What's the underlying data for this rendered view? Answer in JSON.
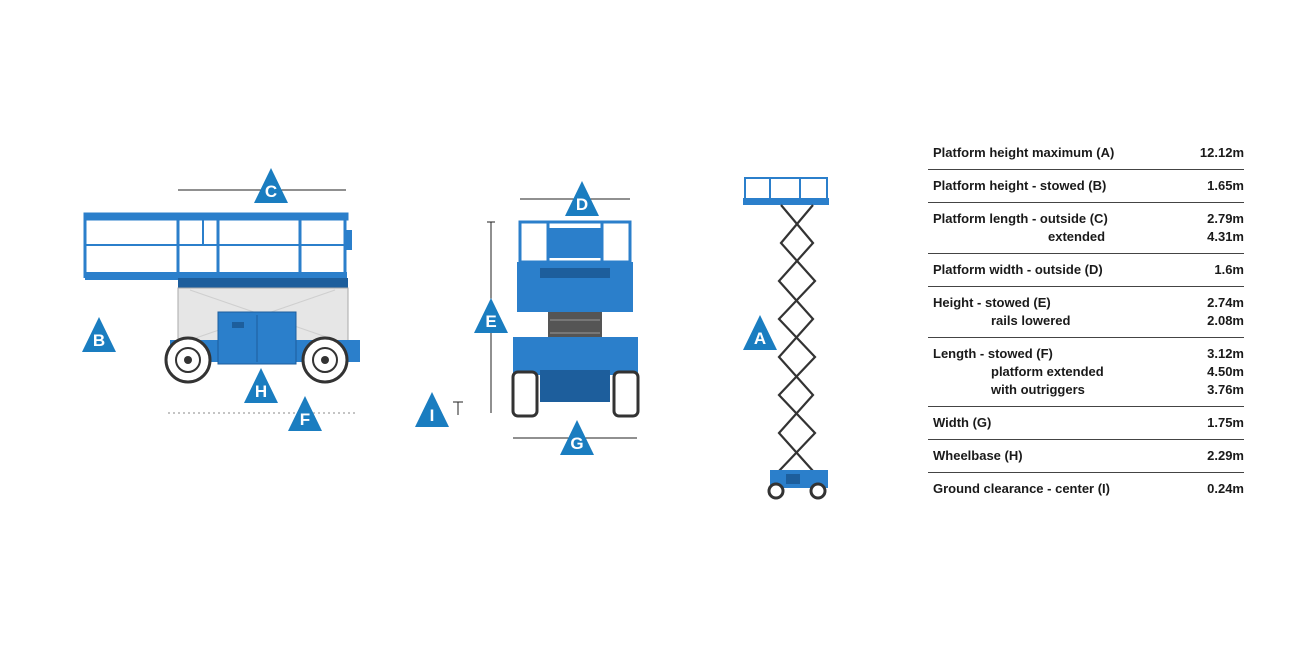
{
  "markers": {
    "A": "A",
    "B": "B",
    "C": "C",
    "D": "D",
    "E": "E",
    "F": "F",
    "G": "G",
    "H": "H",
    "I": "I"
  },
  "colors": {
    "marker": "#1a7dc0",
    "machine_blue": "#2b7fcb",
    "machine_dark": "#1d5e9c",
    "guard_grey": "#e6e6e6",
    "line": "#222222"
  },
  "specs": [
    {
      "lines": [
        {
          "label": "Platform height maximum (A)",
          "value": "12.12m"
        }
      ]
    },
    {
      "lines": [
        {
          "label": "Platform height - stowed (B)",
          "value": "1.65m"
        }
      ]
    },
    {
      "lines": [
        {
          "label": "Platform length - outside (C)",
          "value": "2.79m"
        },
        {
          "label": "extended",
          "value": "4.31m"
        }
      ]
    },
    {
      "lines": [
        {
          "label": "Platform width - outside (D)",
          "value": "1.6m"
        }
      ]
    },
    {
      "lines": [
        {
          "label": "Height - stowed (E)",
          "value": "2.74m"
        },
        {
          "label": "rails lowered",
          "value": "2.08m"
        }
      ]
    },
    {
      "lines": [
        {
          "label": "Length - stowed (F)",
          "value": "3.12m"
        },
        {
          "label": "platform extended",
          "value": "4.50m"
        },
        {
          "label": "with outriggers",
          "value": "3.76m"
        }
      ]
    },
    {
      "lines": [
        {
          "label": "Width (G)",
          "value": "1.75m"
        }
      ]
    },
    {
      "lines": [
        {
          "label": "Wheelbase (H)",
          "value": "2.29m"
        }
      ]
    },
    {
      "lines": [
        {
          "label": "Ground clearance - center (I)",
          "value": "0.24m"
        }
      ]
    }
  ]
}
